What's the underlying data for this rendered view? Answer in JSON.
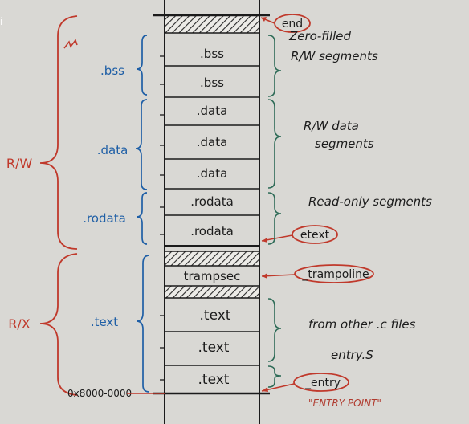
{
  "corner_glyph": "i",
  "segments": {
    "bss_1": ".bss",
    "bss_2": ".bss",
    "data_1": ".data",
    "data_2": ".data",
    "data_3": ".data",
    "rodata_1": ".rodata",
    "rodata_2": ".rodata",
    "trampsec": "trampsec",
    "text_1": ".text",
    "text_2": ".text",
    "text_3": ".text"
  },
  "brace_labels": {
    "bss": ".bss",
    "data": ".data",
    "rodata": ".rodata",
    "text": ".text"
  },
  "permissions": {
    "rw": "R/W",
    "rx": "R/X"
  },
  "tags": {
    "end": "end",
    "etext": "etext",
    "trampoline": "_trampoline",
    "entry": "_entry"
  },
  "notes": {
    "zero_filled_1": "Zero-filled",
    "zero_filled_2": "R/W segments",
    "rw_data_1": "R/W data",
    "rw_data_2": "segments",
    "read_only": "Read-only segments",
    "other_c_files": "from other .c files",
    "entry_s": "entry.S",
    "entry_point": "\"ENTRY POINT\""
  },
  "address": "0x8000-0000",
  "colors": {
    "background": "#d9d8d4",
    "ink": "#1b1b1b",
    "blue": "#1f5fa6",
    "red": "#c0392b",
    "green": "#2e6b57"
  }
}
